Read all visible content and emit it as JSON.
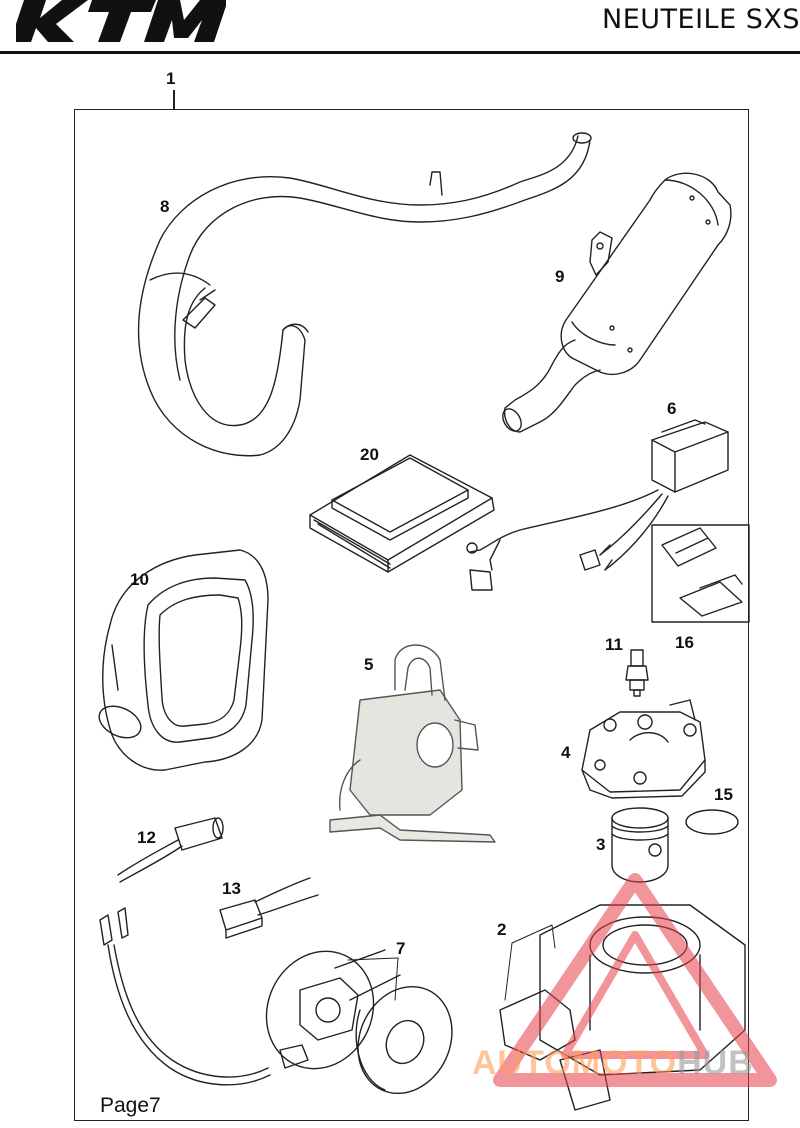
{
  "header": {
    "brand": "KTM",
    "title": "NEUTEILE SXS"
  },
  "footer": {
    "page": "Page7"
  },
  "callouts": {
    "c1": "1",
    "c2": "2",
    "c3": "3",
    "c4": "4",
    "c5": "5",
    "c6": "6",
    "c7": "7",
    "c8": "8",
    "c9": "9",
    "c10": "10",
    "c11": "11",
    "c12": "12",
    "c13": "13",
    "c15": "15",
    "c16": "16",
    "c20": "20"
  },
  "watermark": {
    "part1": "AUTO",
    "part2": "MOTO",
    "part3": "HUB"
  },
  "colors": {
    "line": "#222222",
    "watermark_red": "#e8404a",
    "watermark_orange": "#ff9d5c"
  }
}
